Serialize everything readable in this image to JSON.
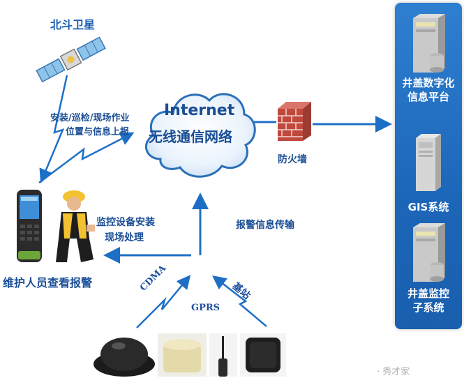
{
  "satellite": {
    "label": "北斗卫星"
  },
  "network": {
    "line1": "Internet",
    "line2": "无线通信网络"
  },
  "firewall": {
    "label": "防火墙"
  },
  "upload_text": {
    "line1": "安装/巡检/现场作业",
    "line2": "位置与信息上报"
  },
  "monitor_text": {
    "line1": "监控设备安装",
    "line2": "现场处理"
  },
  "alarm_text": "报警信息传输",
  "maintenance_label": "维护人员查看报警",
  "channels": {
    "cdma": "CDMA",
    "gprs": "GPRS",
    "base_station": "基站"
  },
  "panel": {
    "items": [
      {
        "line1": "井盖数字化",
        "line2": "信息平台"
      },
      {
        "line1": "GIS系统",
        "line2": ""
      },
      {
        "line1": "井盖监控",
        "line2": "子系统"
      }
    ]
  },
  "watermark": "· 秀才家",
  "colors": {
    "arrow": "#1d6fc6",
    "panel": "#1c66b8",
    "label": "#1a5fb4"
  }
}
